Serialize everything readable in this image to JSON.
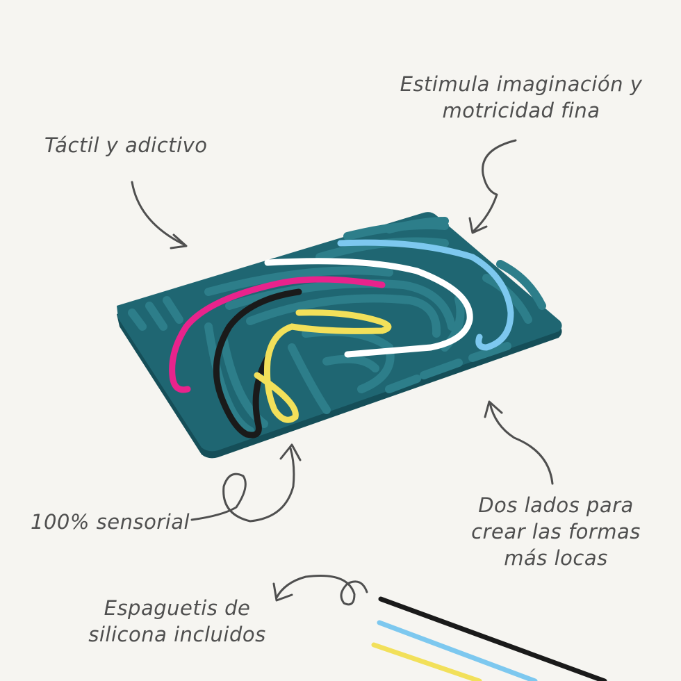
{
  "labels": {
    "tactil": "Táctil y adictivo",
    "estimula_line1": "Estimula imaginación y",
    "estimula_line2": "motricidad fina",
    "sensorial": "100% sensorial",
    "dos_lados_line1": "Dos lados para",
    "dos_lados_line2": "crear las formas",
    "dos_lados_line3": "más locas",
    "espaguetis_line1": "Espaguetis de",
    "espaguetis_line2": "silicona incluidos"
  },
  "colors": {
    "background": "#f6f5f1",
    "board": "#1f6672",
    "board_shadow": "#154e58",
    "ridge": "#2a7a86",
    "text": "#4f4f4f",
    "string_pink": "#e8238c",
    "string_black": "#1a1a1a",
    "string_yellow": "#f2e05a",
    "string_white": "#ffffff",
    "string_blue": "#7dc8ef"
  }
}
